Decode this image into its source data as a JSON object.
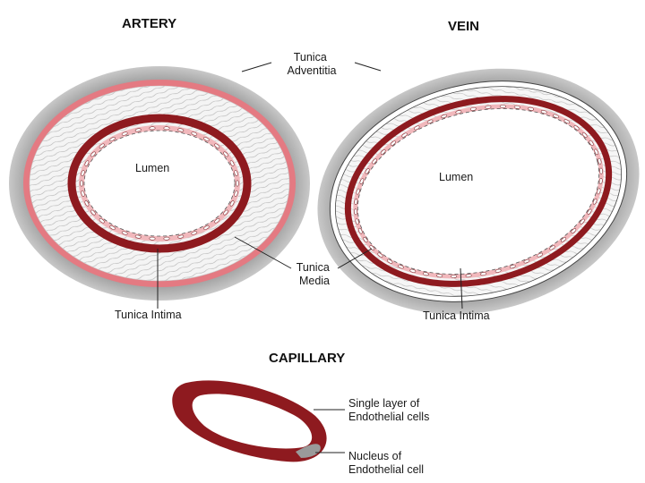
{
  "headings": {
    "artery": "ARTERY",
    "vein": "VEIN",
    "capillary": "CAPILLARY"
  },
  "labels": {
    "tunica_adventitia": [
      "Tunica",
      "Adventitia"
    ],
    "artery_lumen": "Lumen",
    "vein_lumen": "Lumen",
    "tunica_media": [
      "Tunica",
      "Media"
    ],
    "artery_tunica_intima": "Tunica Intima",
    "vein_tunica_intima": "Tunica Intima",
    "single_layer": [
      "Single layer of",
      "Endothelial cells"
    ],
    "nucleus": [
      "Nucleus of",
      "Endothelial cell"
    ]
  },
  "colors": {
    "adventitia_gray": "#9a9a9a",
    "elastic_pink": "#e47a82",
    "media_fiber": "#f2f2f2",
    "intima_dark_red": "#8e1a1f",
    "capillary_red": "#8e1a1f",
    "nucleus_gray": "#9a9a9a"
  }
}
